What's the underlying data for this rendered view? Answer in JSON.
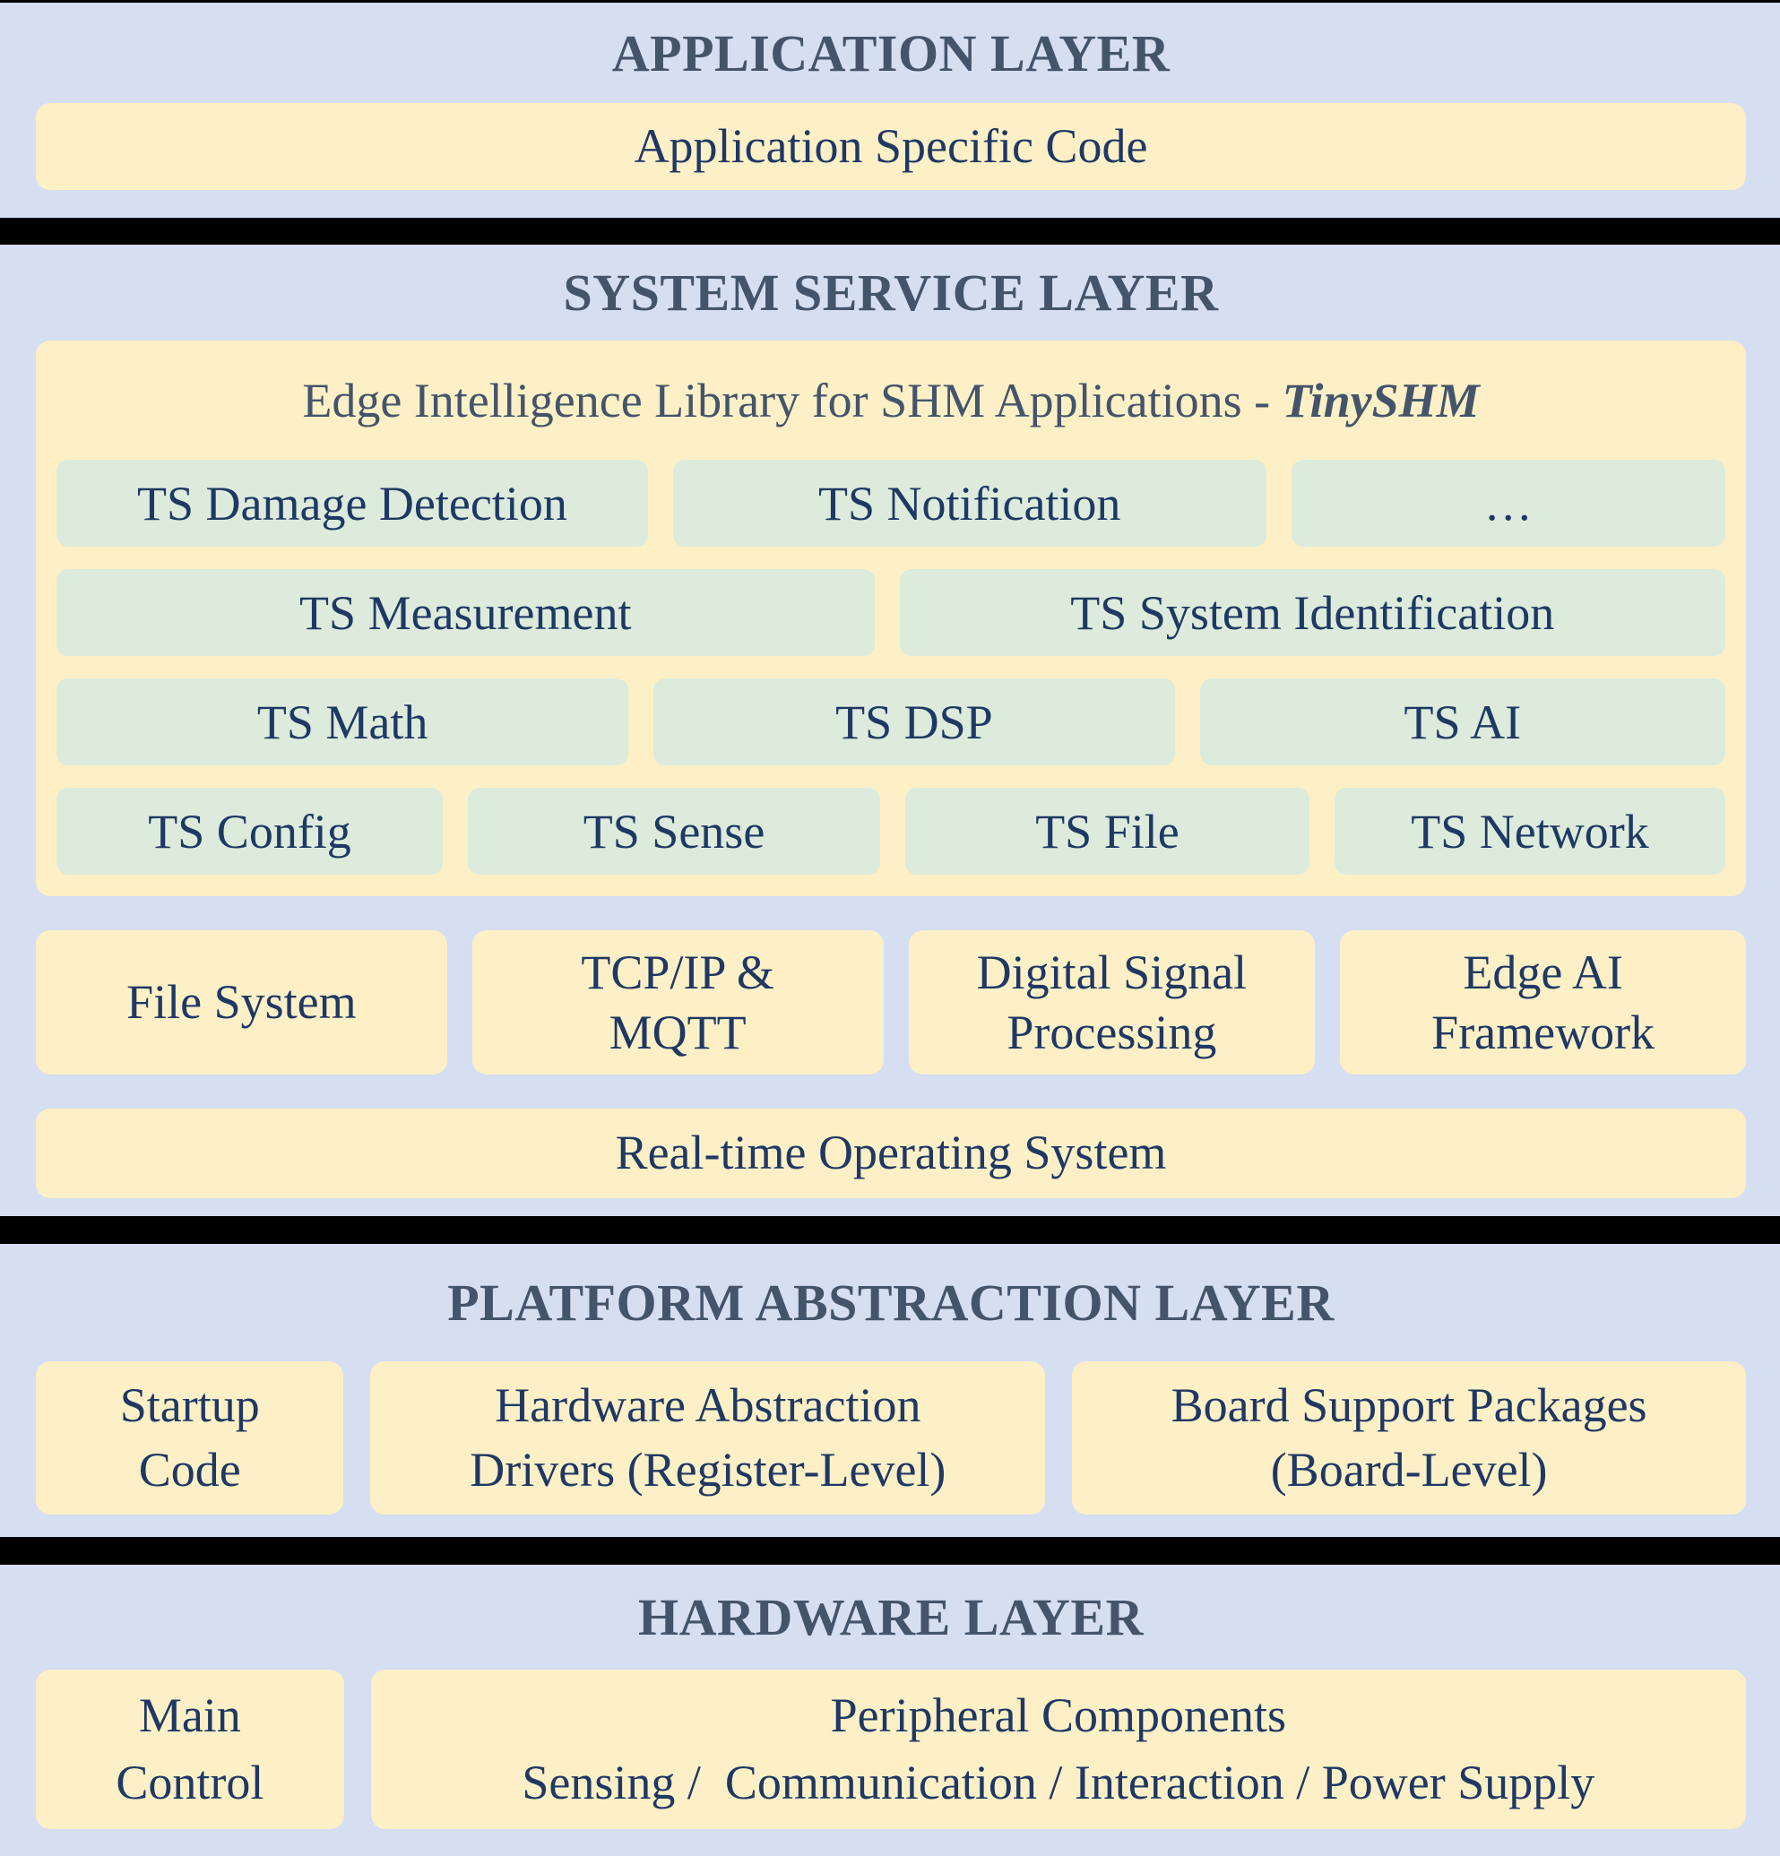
{
  "colors": {
    "section_background": "#d6def2",
    "box_yellow": "#fdf0c6",
    "box_green": "#dcebdb",
    "separator": "#000000",
    "title_text": "#44546a",
    "box_text": "#1f3864"
  },
  "application": {
    "title": "APPLICATION LAYER",
    "box": "Application Specific Code"
  },
  "system": {
    "title": "SYSTEM SERVICE LAYER",
    "library": {
      "heading_prefix": "Edge Intelligence Library for SHM Applications - ",
      "heading_emphasis": "TinySHM",
      "row1": [
        "TS Damage Detection",
        "TS Notification",
        "…"
      ],
      "row2": [
        "TS Measurement",
        "TS System Identification"
      ],
      "row3": [
        "TS Math",
        "TS DSP",
        "TS AI"
      ],
      "row4": [
        "TS Config",
        "TS Sense",
        "TS File",
        "TS Network"
      ]
    },
    "services": [
      [
        "File System"
      ],
      [
        "TCP/IP &",
        "MQTT"
      ],
      [
        "Digital Signal",
        "Processing"
      ],
      [
        "Edge AI",
        "Framework"
      ]
    ],
    "rtos": "Real-time Operating System"
  },
  "platform": {
    "title": "PLATFORM ABSTRACTION LAYER",
    "boxes": [
      [
        "Startup",
        "Code"
      ],
      [
        "Hardware Abstraction",
        "Drivers (Register-Level)"
      ],
      [
        "Board Support Packages",
        "(Board-Level)"
      ]
    ]
  },
  "hardware": {
    "title": "HARDWARE LAYER",
    "boxes": [
      [
        "Main",
        "Control"
      ],
      [
        "Peripheral Components",
        "Sensing /  Communication / Interaction / Power Supply"
      ]
    ]
  }
}
